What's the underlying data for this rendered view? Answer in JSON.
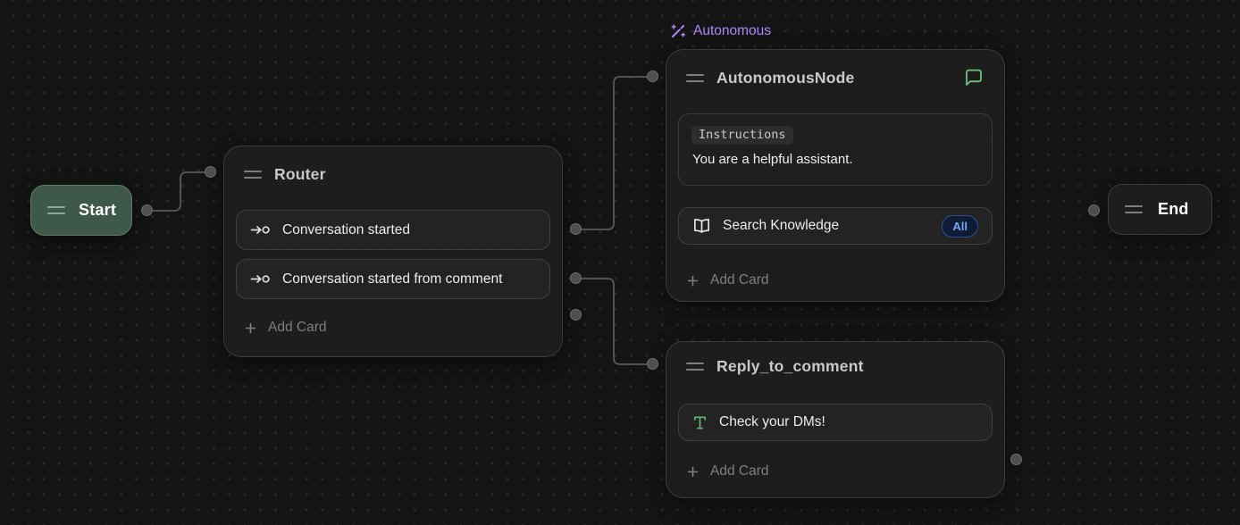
{
  "canvas": {
    "background": "#141414",
    "dot_color": "#2a2a2a",
    "edge_color": "#5a5a5a",
    "port_fill": "#4f4f4f",
    "port_border": "#6d6d6d"
  },
  "start_node": {
    "title": "Start",
    "bg_color": "#3e594a",
    "border_color": "#5d7c69"
  },
  "router_node": {
    "title": "Router",
    "cards": [
      {
        "icon": "trigger-icon",
        "label": "Conversation started"
      },
      {
        "icon": "trigger-icon",
        "label": "Conversation started from comment"
      }
    ],
    "add_card": "Add Card"
  },
  "autonomous_node": {
    "tag": "Autonomous",
    "tag_icon": "wand-icon",
    "tag_color": "#a78bfa",
    "title": "AutonomousNode",
    "comment_icon": "comment-bubble-icon",
    "comment_icon_color": "#6fc07a",
    "instructions": {
      "label": "Instructions",
      "text": "You are a helpful assistant."
    },
    "search_card": {
      "icon": "book-icon",
      "label": "Search Knowledge",
      "badge": "All",
      "badge_text_color": "#79a7f7"
    },
    "add_card": "Add Card"
  },
  "reply_node": {
    "title": "Reply_to_comment",
    "cards": [
      {
        "icon": "text-icon",
        "label": "Check your DMs!",
        "icon_color": "#62b87c"
      }
    ],
    "add_card": "Add Card"
  },
  "end_node": {
    "title": "End"
  }
}
